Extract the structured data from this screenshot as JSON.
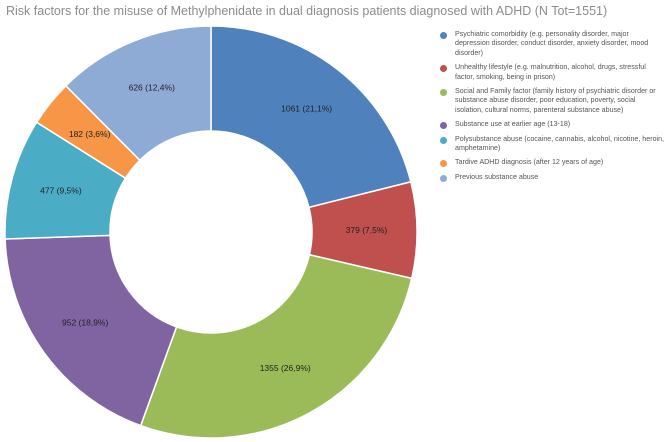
{
  "chart_data": {
    "type": "pie",
    "donut": true,
    "title": "Risk factors for the misuse of Methylphenidate in dual diagnosis patients diagnosed with ADHD (N Tot=1551)",
    "legend_position": "right",
    "slices": [
      {
        "name": "Psychiatric comorbidity (e.g. personality disorder, major depression disorder, conduct disorder, anxiety disorder, mood disorder)",
        "value": 1061,
        "percent": 21.1,
        "label": "1061 (21,1%)",
        "color": "#4f81bd"
      },
      {
        "name": "Unhealthy lifestyle (e.g. malnutrition, alcohol, drugs, stressful factor, smoking, being in prison)",
        "value": 379,
        "percent": 7.5,
        "label": "379 (7,5%)",
        "color": "#c0504d"
      },
      {
        "name": "Social and Family factor (family history of psychiatric disorder or substance abuse disorder, poor education, poverty, social isolation, cultural norms, parenteral substance abuse)",
        "value": 1355,
        "percent": 26.9,
        "label": "1355 (26,9%)",
        "color": "#9bbb59"
      },
      {
        "name": "Substance use at earlier age (13-18)",
        "value": 952,
        "percent": 18.9,
        "label": "952 (18,9%)",
        "color": "#8064a2"
      },
      {
        "name": "Polysubstance abuse (cocaine, cannabis, alcohol, nicotine, heroin, amphetamine)",
        "value": 477,
        "percent": 9.5,
        "label": "477 (9,5%)",
        "color": "#4bacc6"
      },
      {
        "name": "Tardive ADHD diagnosis (after 12 years of age)",
        "value": 182,
        "percent": 3.6,
        "label": "182 (3,6%)",
        "color": "#f79646"
      },
      {
        "name": "Previous substance abuse",
        "value": 626,
        "percent": 12.4,
        "label": "626 (12,4%)",
        "color": "#8eabd6"
      }
    ]
  }
}
